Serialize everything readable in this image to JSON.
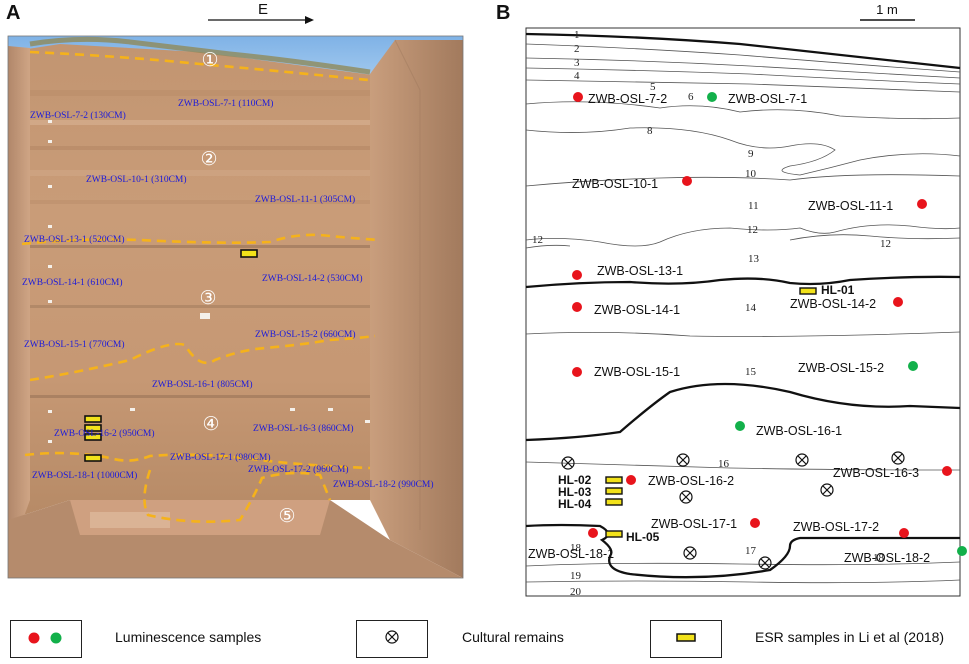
{
  "panels": {
    "a": {
      "letter": "A",
      "direction": "E",
      "units": [
        "①",
        "②",
        "③",
        "④",
        "⑤"
      ],
      "samples": [
        {
          "label": "ZWB-OSL-7-2 (130CM)"
        },
        {
          "label": "ZWB-OSL-7-1 (110CM)"
        },
        {
          "label": "ZWB-OSL-10-1 (310CM)"
        },
        {
          "label": "ZWB-OSL-11-1 (305CM)"
        },
        {
          "label": "ZWB-OSL-13-1 (520CM)"
        },
        {
          "label": "ZWB-OSL-14-1 (610CM)"
        },
        {
          "label": "ZWB-OSL-14-2 (530CM)"
        },
        {
          "label": "ZWB-OSL-15-2 (660CM)"
        },
        {
          "label": "ZWB-OSL-15-1 (770CM)"
        },
        {
          "label": "ZWB-OSL-16-1 (805CM)"
        },
        {
          "label": "ZWB-OSL-16-2 (950CM)"
        },
        {
          "label": "ZWB-OSL-16-3 (860CM)"
        },
        {
          "label": "ZWB-OSL-17-1 (980CM)"
        },
        {
          "label": "ZWB-OSL-17-2 (960CM)"
        },
        {
          "label": "ZWB-OSL-18-1 (1000CM)"
        },
        {
          "label": "ZWB-OSL-18-2 (990CM)"
        }
      ]
    },
    "b": {
      "letter": "B",
      "scale_label": "1 m",
      "layers": [
        "1",
        "2",
        "3",
        "4",
        "5",
        "6",
        "8",
        "9",
        "10",
        "11",
        "12",
        "12",
        "12",
        "13",
        "14",
        "15",
        "16",
        "17",
        "18",
        "19",
        "20",
        "18"
      ],
      "samples": [
        {
          "label": "ZWB-OSL-7-2",
          "color": "red"
        },
        {
          "label": "ZWB-OSL-7-1",
          "color": "green"
        },
        {
          "label": "ZWB-OSL-10-1",
          "color": "red"
        },
        {
          "label": "ZWB-OSL-11-1",
          "color": "red"
        },
        {
          "label": "ZWB-OSL-13-1",
          "color": "red"
        },
        {
          "label": "ZWB-OSL-14-1",
          "color": "red"
        },
        {
          "label": "ZWB-OSL-14-2",
          "color": "red"
        },
        {
          "label": "ZWB-OSL-15-1",
          "color": "red"
        },
        {
          "label": "ZWB-OSL-15-2",
          "color": "green"
        },
        {
          "label": "ZWB-OSL-16-1",
          "color": "green"
        },
        {
          "label": "ZWB-OSL-16-2",
          "color": "red"
        },
        {
          "label": "ZWB-OSL-16-3",
          "color": "red"
        },
        {
          "label": "ZWB-OSL-17-1",
          "color": "red"
        },
        {
          "label": "ZWB-OSL-17-2",
          "color": "red"
        },
        {
          "label": "ZWB-OSL-18-1",
          "color": "red"
        },
        {
          "label": "ZWB-OSL-18-2",
          "color": "green"
        }
      ],
      "esr": [
        "HL-01",
        "HL-02",
        "HL-03",
        "HL-04",
        "HL-05"
      ]
    }
  },
  "legend": {
    "luminescence": "Luminescence samples",
    "cultural": "Cultural remains",
    "esr": "ESR samples in Li et al (2018)"
  },
  "colors": {
    "red": "#e8141c",
    "green": "#12b04a",
    "esr_fill": "#f2e21a",
    "dash": "#f5b21b",
    "label_blue": "#1a1adc"
  }
}
